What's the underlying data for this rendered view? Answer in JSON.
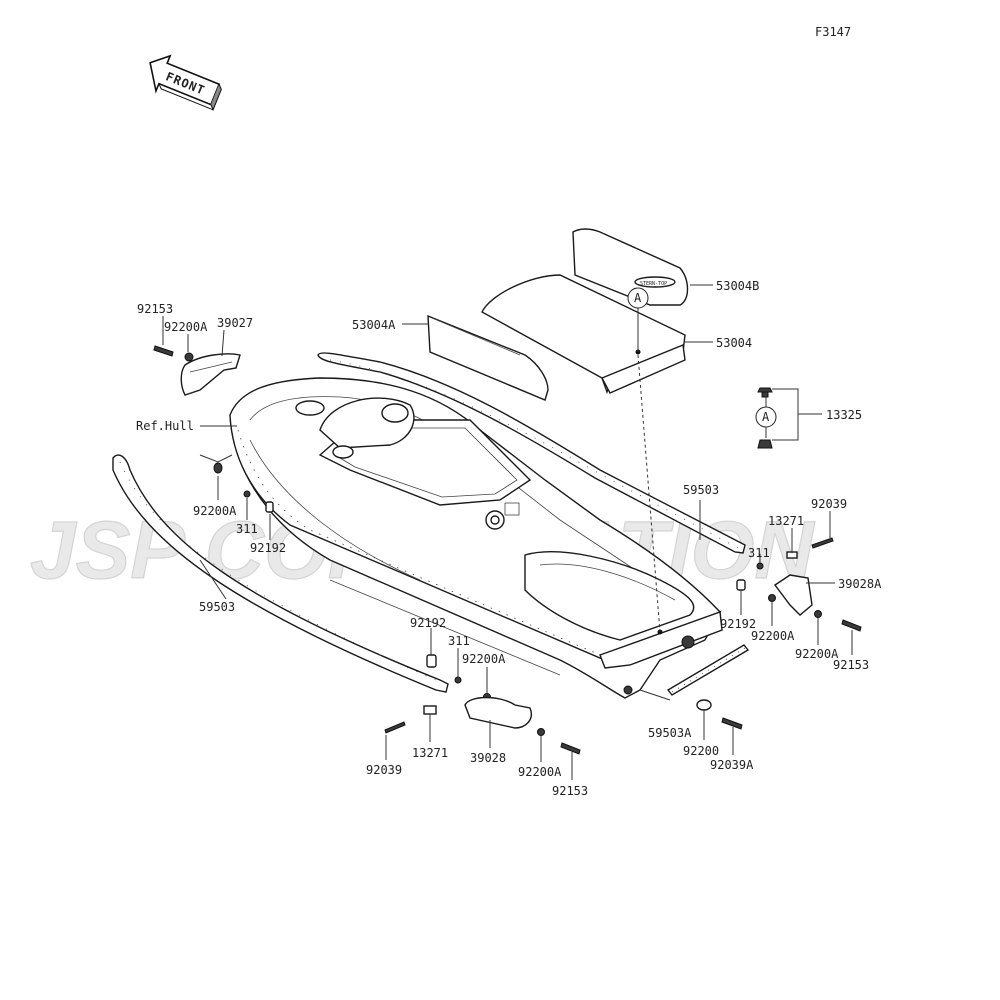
{
  "figure_code": "F3147",
  "front_arrow_label": "FRONT",
  "watermark": "JSP CORPORATION",
  "callout_letter": "A",
  "labels": {
    "p92153_tl": "92153",
    "p92200A_tl": "92200A",
    "p39027": "39027",
    "ref_hull": "Ref.Hull",
    "p92200A_l": "92200A",
    "p311_l": "311",
    "p92192_l": "92192",
    "p59503_l": "59503",
    "p53004A": "53004A",
    "p53004B": "53004B",
    "p53004": "53004",
    "p13325": "13325",
    "p59503_r": "59503",
    "p92039_r": "92039",
    "p13271_r": "13271",
    "p311_r": "311",
    "p39028A": "39028A",
    "p92192_r": "92192",
    "p92200A_r1": "92200A",
    "p92200A_r2": "92200A",
    "p92153_r": "92153",
    "p92192_c": "92192",
    "p311_c": "311",
    "p92200A_c": "92200A",
    "p39028": "39028",
    "p92200A_c2": "92200A",
    "p92153_c": "92153",
    "p13271_c": "13271",
    "p92039_c": "92039",
    "p59503A": "59503A",
    "p92200": "92200",
    "p92039A": "92039A"
  }
}
